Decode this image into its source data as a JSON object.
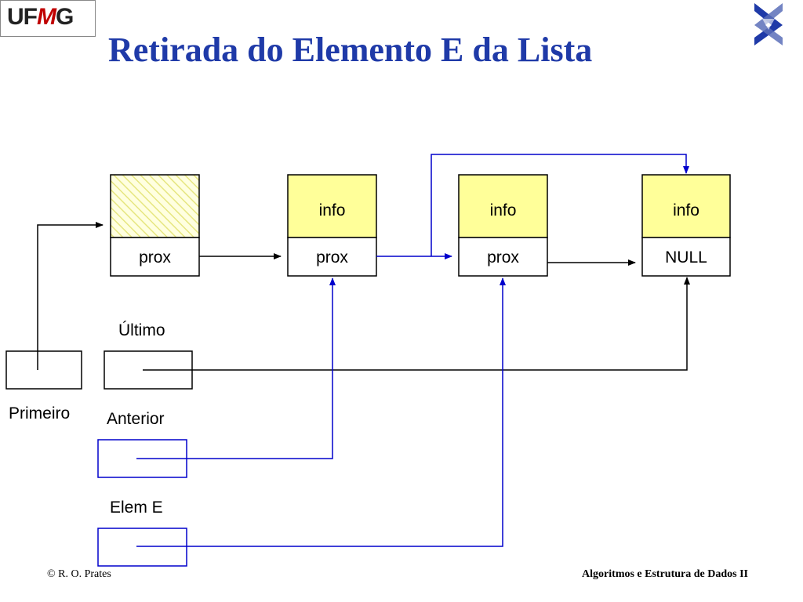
{
  "header": {
    "logo_text_pre": "UF",
    "logo_text_m": "M",
    "logo_text_post": "G",
    "title": "Retirada do Elemento E da Lista"
  },
  "nodes": [
    {
      "info": "",
      "prox": "prox",
      "info_fill": "hatched"
    },
    {
      "info": "info",
      "prox": "prox",
      "info_fill": "#ffff99"
    },
    {
      "info": "info",
      "prox": "prox",
      "info_fill": "#ffff99"
    },
    {
      "info": "info",
      "prox": "NULL",
      "info_fill": "#ffff99"
    }
  ],
  "pointers": {
    "primeiro": "Primeiro",
    "ultimo": "Último",
    "anterior": "Anterior",
    "elem_e": "Elem E"
  },
  "colors": {
    "title": "#1f3aa8",
    "highlight_arrow": "#0000cc",
    "node_info": "#ffff99",
    "hatch": "#e6e680"
  },
  "footer": {
    "author": "© R. O. Prates",
    "course": "Algoritmos e Estrutura de Dados II"
  }
}
